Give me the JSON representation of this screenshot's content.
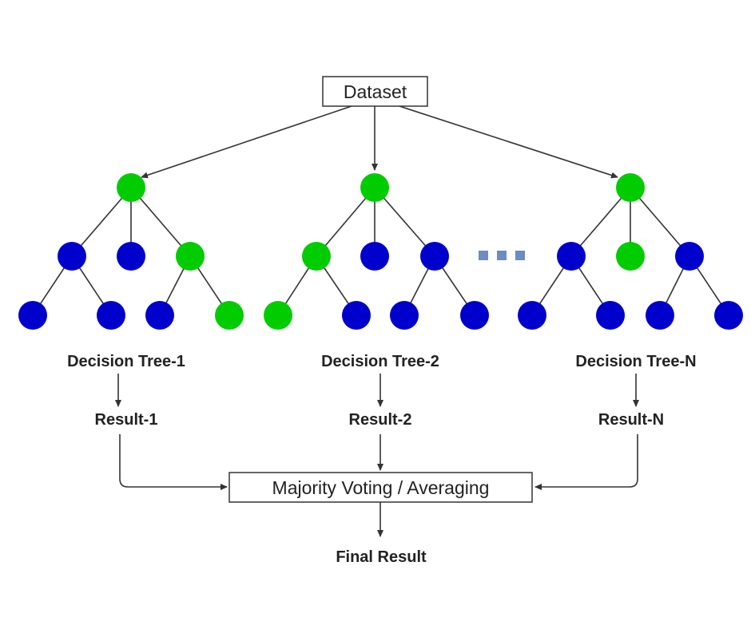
{
  "dataset_label": "Dataset",
  "aggregator_label": "Majority Voting / Averaging",
  "final_label": "Final Result",
  "colors": {
    "leaf_blue": "#0000cc",
    "node_green": "#00cc00",
    "ellipsis": "#6b8cc4",
    "line": "#333333"
  },
  "trees": [
    {
      "name": "Decision Tree-1",
      "result": "Result-1",
      "nodes": {
        "root": "green",
        "l1": [
          "blue",
          "blue",
          "green"
        ],
        "l2": [
          "blue",
          "blue",
          "blue",
          "green"
        ]
      }
    },
    {
      "name": "Decision Tree-2",
      "result": "Result-2",
      "nodes": {
        "root": "green",
        "l1": [
          "green",
          "blue",
          "blue"
        ],
        "l2": [
          "green",
          "blue",
          "blue",
          "blue"
        ]
      }
    },
    {
      "name": "Decision Tree-N",
      "result": "Result-N",
      "nodes": {
        "root": "green",
        "l1": [
          "blue",
          "green",
          "blue"
        ],
        "l2": [
          "blue",
          "blue",
          "blue",
          "blue"
        ]
      }
    }
  ]
}
